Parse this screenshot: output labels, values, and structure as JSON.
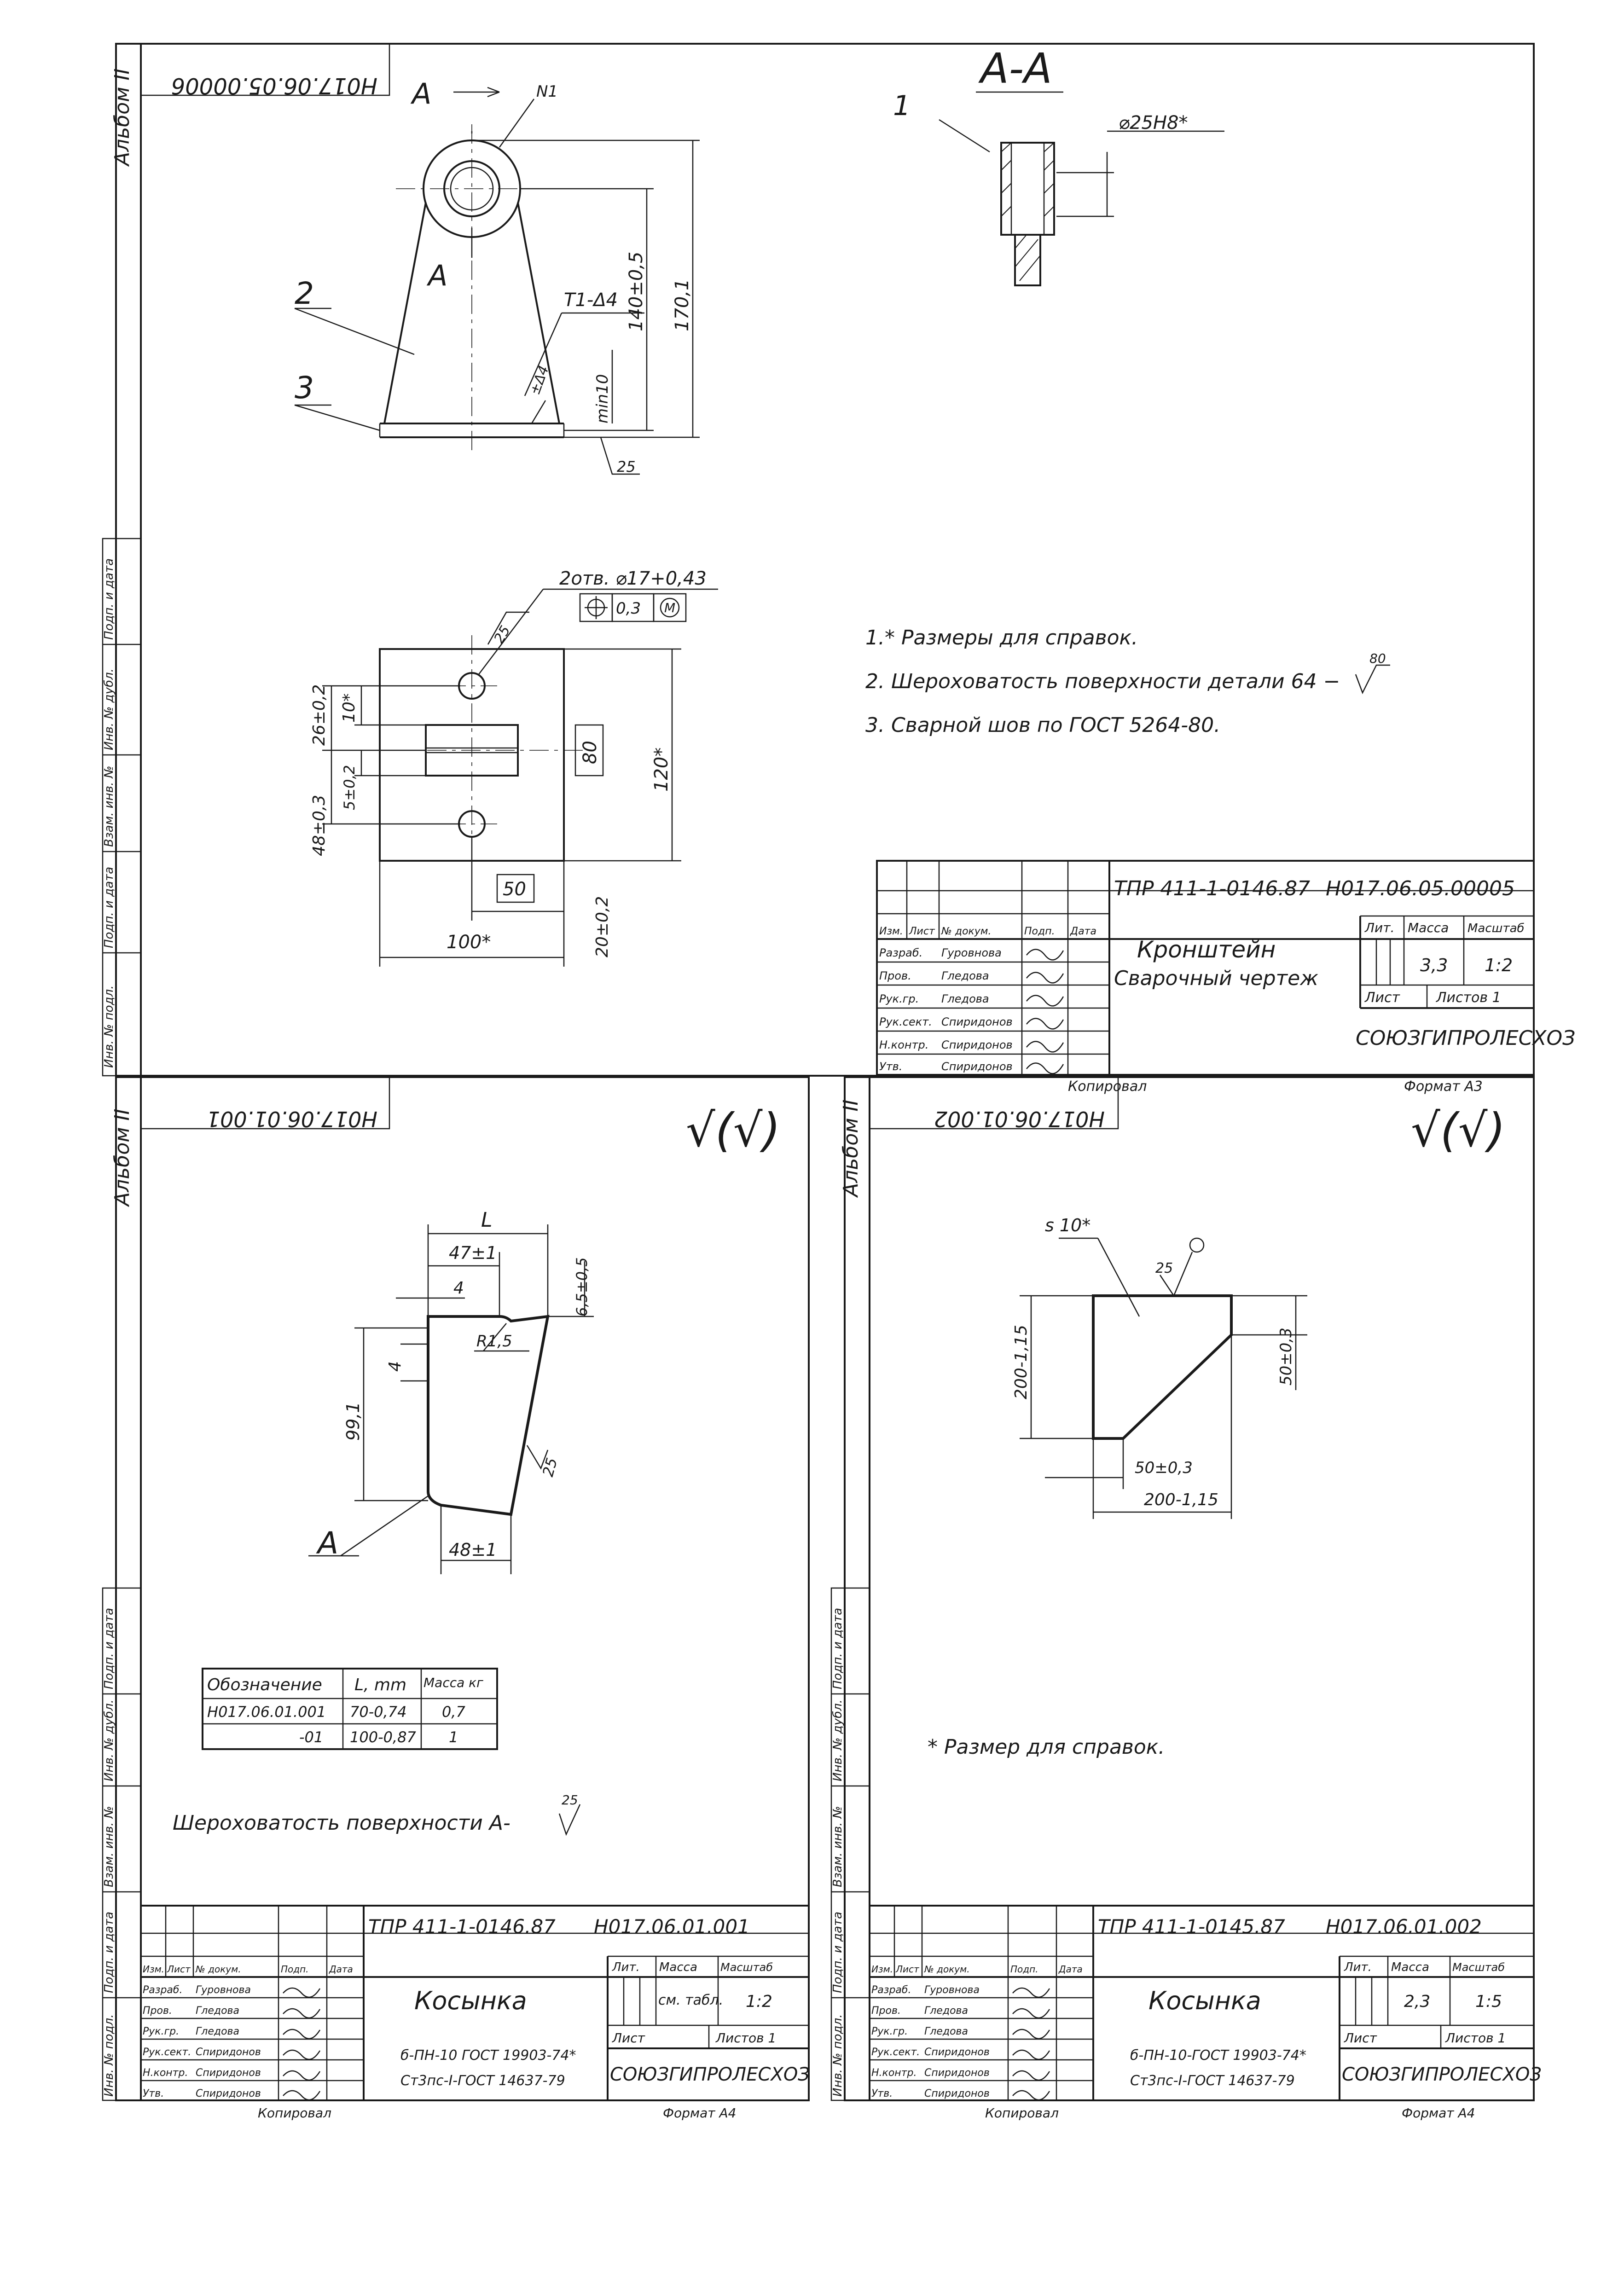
{
  "sheet1": {
    "code_box": "Н017.06.05.00006",
    "album": "Альбом II",
    "section_label": "А-А",
    "view_callouts": [
      "А",
      "А",
      "N1",
      "1",
      "2",
      "3"
    ],
    "dims": {
      "d25": "⌀25Н8*",
      "h140": "140±0,5",
      "h170": "170,1",
      "weld_t1": "Т1-Δ4",
      "weld_leg": "±Δ4",
      "min10": "min10",
      "rough25": "25",
      "holes": "2отв. ⌀17+0,43",
      "tol_pos": "0,3",
      "tol_m": "М",
      "r25": "25",
      "d26": "26±0,2",
      "d10": "10*",
      "d48": "48±0,3",
      "d5": "5±0,2",
      "d80": "80",
      "d120": "120*",
      "d50": "50",
      "d20": "20±0,2",
      "d100": "100*"
    },
    "notes": [
      "1.* Размеры для справок.",
      "2. Шероховатость поверхности детали   64 −",
      "3. Сварной шов по ГОСТ 5264-80."
    ],
    "note2_sym": "80",
    "side_stamps": [
      "Подп. и дата",
      "Инв. № дубл.",
      "Взам. инв. №",
      "Подп. и дата",
      "Инв. № подл."
    ],
    "title_block": {
      "project": "ТПР 411-1-0146.87",
      "code": "Н017.06.05.00005",
      "name_1": "Кронштейн",
      "name_2": "Сварочный чертеж",
      "h_lit": "Лит.",
      "h_mass": "Масса",
      "h_scale": "Масштаб",
      "mass": "3,3",
      "scale": "1:2",
      "sheet": "Лист",
      "sheets": "Листов 1",
      "org": "СОЮЗГИПРОЛЕСХОЗ",
      "col_heads": [
        "Изм.",
        "Лист",
        "№ докум.",
        "Подп.",
        "Дата"
      ],
      "roles": [
        "Разраб.",
        "Пров.",
        "Рук.гр.",
        "Рук.сект.",
        "Н.контр.",
        "Утв."
      ],
      "names": [
        "Гуровнова",
        "Гледова",
        "Гледова",
        "Спиридонов",
        "Спиридонов",
        "Спиридонов"
      ]
    },
    "copied": "Копировал",
    "format": "Формат А3"
  },
  "sheet2": {
    "code_box": "Н017.06.01.001",
    "album": "Альбом II",
    "rough_sym": "√(√)",
    "dims": {
      "L": "L",
      "d47": "47±1",
      "d4a": "4",
      "d6": "6,5±0,5",
      "r": "R1,5",
      "d4b": "4",
      "d99": "99,1",
      "r25": "25",
      "d48": "48±1",
      "a": "А"
    },
    "table": {
      "headers": [
        "Обозначение",
        "L, mm",
        "Масса кг"
      ],
      "rows": [
        [
          "Н017.06.01.001",
          "70-0,74",
          "0,7"
        ],
        [
          "-01",
          "100-0,87",
          "1"
        ]
      ]
    },
    "note": "Шероховатость поверхности А-",
    "note_sym": "25",
    "side_stamps": [
      "Подп. и дата",
      "Инв. № дубл.",
      "Взам. инв. №",
      "Подп. и дата",
      "Инв. № подл."
    ],
    "title_block": {
      "project": "ТПР 411-1-0146.87",
      "code": "Н017.06.01.001",
      "name": "Косынка",
      "h_lit": "Лит.",
      "h_mass": "Масса",
      "h_scale": "Масштаб",
      "mass": "см. табл.",
      "scale": "1:2",
      "sheet": "Лист",
      "sheets": "Листов 1",
      "material_1": "б-ПН-10 ГОСТ 19903-74*",
      "material_2": "Ст3пс-I-ГОСТ 14637-79",
      "org": "СОЮЗГИПРОЛЕСХОЗ",
      "col_heads": [
        "Изм.",
        "Лист",
        "№ докум.",
        "Подп.",
        "Дата"
      ],
      "roles": [
        "Разраб.",
        "Пров.",
        "Рук.гр.",
        "Рук.сект.",
        "Н.контр.",
        "Утв."
      ],
      "names": [
        "Гуровнова",
        "Гледова",
        "Гледова",
        "Спиридонов",
        "Спиридонов",
        "Спиридонов"
      ]
    },
    "copied": "Копировал",
    "format": "Формат А4"
  },
  "sheet3": {
    "code_box": "Н017.06.01.002",
    "album": "Альбом II",
    "rough_sym": "√(√)",
    "dims": {
      "s10": "s 10*",
      "r25": "25",
      "d200a": "200-1,15",
      "d50v": "50±0,3",
      "d50h": "50±0,3",
      "d200b": "200-1,15"
    },
    "note": "* Размер для справок.",
    "side_stamps": [
      "Подп. и дата",
      "Инв. № дубл.",
      "Взам. инв. №",
      "Подп. и дата",
      "Инв. № подл."
    ],
    "title_block": {
      "project": "ТПР 411-1-0145.87",
      "code": "Н017.06.01.002",
      "name": "Косынка",
      "h_lit": "Лит.",
      "h_mass": "Масса",
      "h_scale": "Масштаб",
      "mass": "2,3",
      "scale": "1:5",
      "sheet": "Лист",
      "sheets": "Листов 1",
      "material_1": "б-ПН-10-ГОСТ 19903-74*",
      "material_2": "Ст3пс-I-ГОСТ 14637-79",
      "org": "СОЮЗГИПРОЛЕСХОЗ",
      "col_heads": [
        "Изм.",
        "Лист",
        "№ докум.",
        "Подп.",
        "Дата"
      ],
      "roles": [
        "Разраб.",
        "Пров.",
        "Рук.гр.",
        "Рук.сект.",
        "Н.контр.",
        "Утв."
      ],
      "names": [
        "Гуровнова",
        "Гледова",
        "Гледова",
        "Спиридонов",
        "Спиридонов",
        "Спиридонов"
      ]
    },
    "copied": "Копировал",
    "format": "Формат А4"
  }
}
